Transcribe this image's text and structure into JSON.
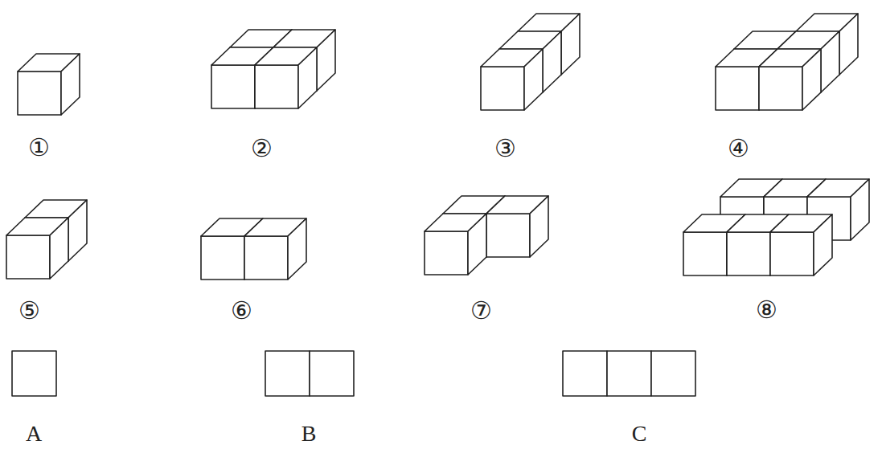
{
  "diagram": {
    "labels": [
      "①",
      "②",
      "③",
      "④",
      "⑤",
      "⑥",
      "⑦",
      "⑧",
      "A",
      "B",
      "C"
    ]
  }
}
